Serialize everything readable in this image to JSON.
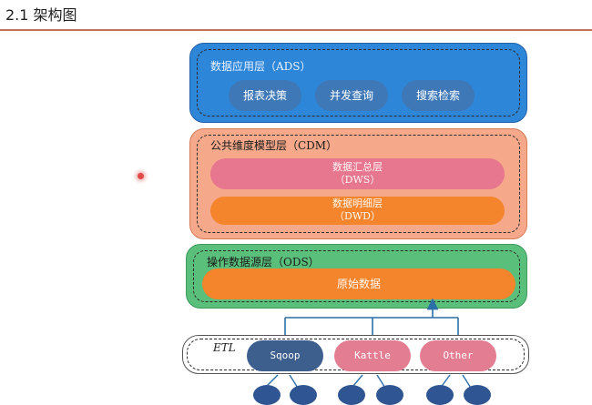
{
  "slide": {
    "title": "2.1 架构图"
  },
  "layers": {
    "ads": {
      "label": "数据应用层（ADS）",
      "items": [
        "报表决策",
        "并发查询",
        "搜索检索"
      ]
    },
    "cdm": {
      "label": "公共维度模型层（CDM）",
      "dws": {
        "name": "数据汇总层",
        "code": "（DWS）"
      },
      "dwd": {
        "name": "数据明细层",
        "code": "（DWD）"
      }
    },
    "ods": {
      "label": "操作数据源层（ODS）",
      "raw": "原始数据"
    },
    "etl": {
      "label": "ETL",
      "tools": [
        "Sqoop",
        "Kattle",
        "Other"
      ]
    }
  },
  "colors": {
    "ads": "#2e86d8",
    "cdm": "#f5a88a",
    "dws": "#e7768f",
    "dwd": "#f5852d",
    "ods": "#59bf7a",
    "etl_sqoop": "#3d5f8e",
    "etl_other": "#e27d92",
    "connector": "#2d6fa8"
  }
}
